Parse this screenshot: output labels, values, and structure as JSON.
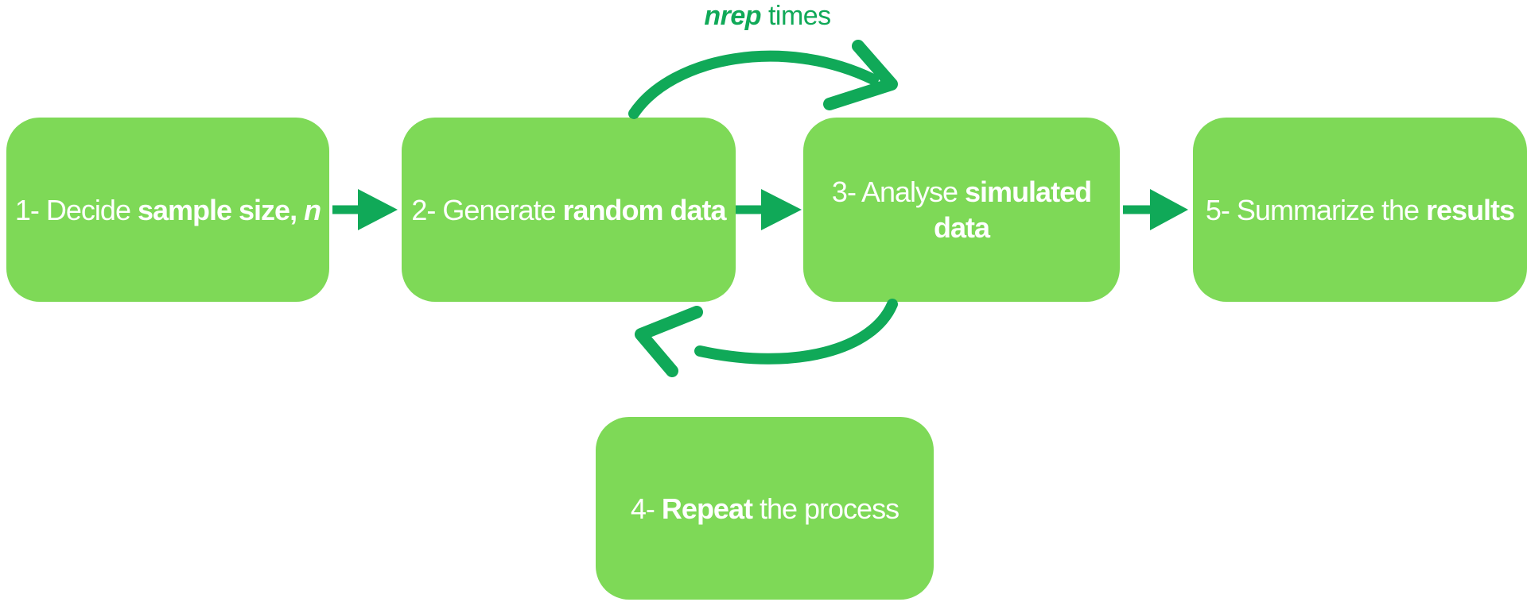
{
  "colors": {
    "box_fill": "#7ED957",
    "accent_green": "#10A958",
    "box_text": "#FFFFFF",
    "background": "#FFFFFF"
  },
  "cycle_label": {
    "segments": [
      {
        "text": "nrep",
        "style": "bold-italic"
      },
      {
        "text": " times",
        "style": "regular"
      }
    ]
  },
  "boxes": [
    {
      "name": "step-1-decide-sample-size",
      "segments": [
        {
          "text": "1- Decide ",
          "style": "regular"
        },
        {
          "text": "sample size, ",
          "style": "bold"
        },
        {
          "text": "n",
          "style": "bold-italic"
        }
      ]
    },
    {
      "name": "step-2-generate-random-data",
      "segments": [
        {
          "text": "2- Generate ",
          "style": "regular"
        },
        {
          "text": "random data",
          "style": "bold"
        }
      ]
    },
    {
      "name": "step-3-analyse-simulated-data",
      "segments": [
        {
          "text": "3- Analyse ",
          "style": "regular"
        },
        {
          "text": "simulated data",
          "style": "bold"
        }
      ]
    },
    {
      "name": "step-4-repeat-the-process",
      "segments": [
        {
          "text": "4- ",
          "style": "regular"
        },
        {
          "text": "Repeat",
          "style": "bold"
        },
        {
          "text": " the process",
          "style": "regular"
        }
      ]
    },
    {
      "name": "step-5-summarize-results",
      "segments": [
        {
          "text": "5- Summarize the ",
          "style": "regular"
        },
        {
          "text": "results",
          "style": "bold"
        }
      ]
    }
  ]
}
